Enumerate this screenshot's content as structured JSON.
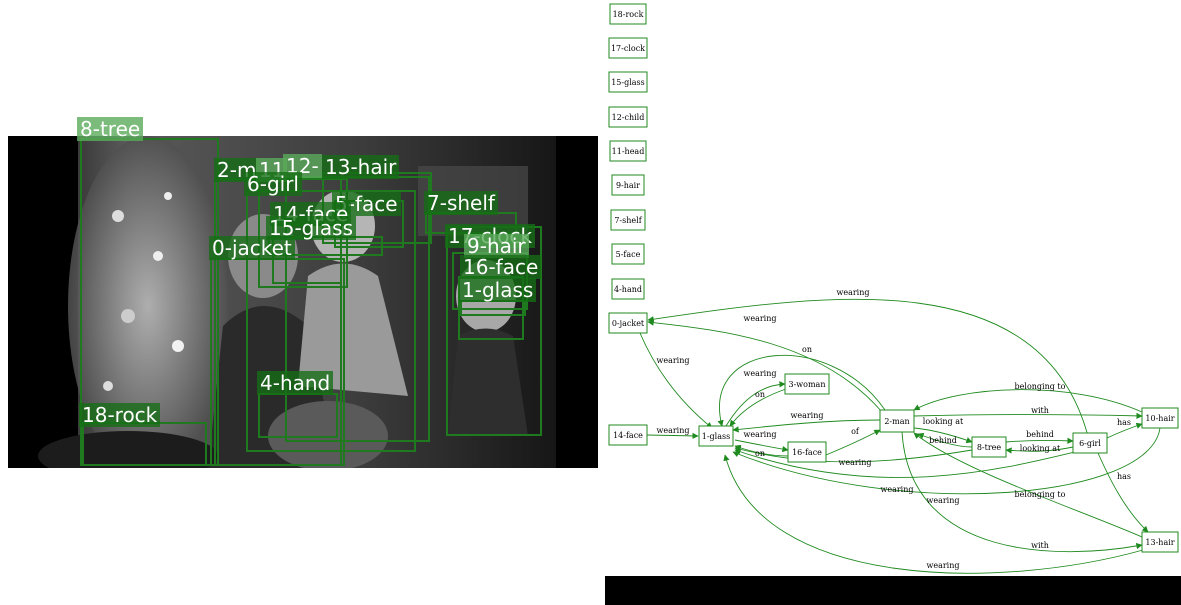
{
  "photo": {
    "boxes": [
      {
        "id": "8-tree",
        "label": "8-tree",
        "faint": true
      },
      {
        "id": "2-man",
        "label": "2-m"
      },
      {
        "id": "11-head",
        "label": "11"
      },
      {
        "id": "12-child",
        "label": "12-"
      },
      {
        "id": "13-hair",
        "label": "13-hair"
      },
      {
        "id": "6-girl",
        "label": "6-girl"
      },
      {
        "id": "5-face",
        "label": "5-face"
      },
      {
        "id": "7-shelf",
        "label": "7-shelf"
      },
      {
        "id": "14-face",
        "label": "14-face"
      },
      {
        "id": "15-glass",
        "label": "15-glass"
      },
      {
        "id": "17-clock",
        "label": "17-clock"
      },
      {
        "id": "9-hair",
        "label": "9-hair",
        "faint": true
      },
      {
        "id": "0-jacket",
        "label": "0-jacket"
      },
      {
        "id": "16-face",
        "label": "16-face"
      },
      {
        "id": "1-glass",
        "label": "1-glass"
      },
      {
        "id": "4-hand",
        "label": "4-hand"
      },
      {
        "id": "18-rock",
        "label": "18-rock"
      }
    ]
  },
  "graph": {
    "nodes": [
      {
        "id": "18-rock",
        "label": "18-rock"
      },
      {
        "id": "17-clock",
        "label": "17-clock"
      },
      {
        "id": "15-glass",
        "label": "15-glass"
      },
      {
        "id": "12-child",
        "label": "12-child"
      },
      {
        "id": "11-head",
        "label": "11-head"
      },
      {
        "id": "9-hair",
        "label": "9-hair"
      },
      {
        "id": "7-shelf",
        "label": "7-shelf"
      },
      {
        "id": "5-face",
        "label": "5-face"
      },
      {
        "id": "4-hand",
        "label": "4-hand"
      },
      {
        "id": "0-jacket",
        "label": "0-jacket"
      },
      {
        "id": "14-face",
        "label": "14-face"
      },
      {
        "id": "1-glass",
        "label": "1-glass"
      },
      {
        "id": "3-woman",
        "label": "3-woman"
      },
      {
        "id": "16-face",
        "label": "16-face"
      },
      {
        "id": "2-man",
        "label": "2-man"
      },
      {
        "id": "8-tree",
        "label": "8-tree"
      },
      {
        "id": "6-girl",
        "label": "6-girl"
      },
      {
        "id": "10-hair",
        "label": "10-hair"
      },
      {
        "id": "13-hair",
        "label": "13-hair"
      }
    ],
    "edges": [
      {
        "id": "e1",
        "from": "6-girl",
        "to": "0-jacket",
        "label": "wearing"
      },
      {
        "id": "e2",
        "from": "2-man",
        "to": "0-jacket",
        "label": "wearing"
      },
      {
        "id": "e3",
        "from": "0-jacket",
        "to": "1-glass",
        "label": "wearing"
      },
      {
        "id": "e4",
        "from": "2-man",
        "to": "1-glass",
        "label": "on"
      },
      {
        "id": "e5",
        "from": "1-glass",
        "to": "3-woman",
        "label": "wearing"
      },
      {
        "id": "e6",
        "from": "3-woman",
        "to": "1-glass",
        "label": "on"
      },
      {
        "id": "e7",
        "from": "14-face",
        "to": "1-glass",
        "label": "wearing"
      },
      {
        "id": "e8",
        "from": "2-man",
        "to": "1-glass",
        "label": "wearing"
      },
      {
        "id": "e9",
        "from": "1-glass",
        "to": "16-face",
        "label": "wearing"
      },
      {
        "id": "e10",
        "from": "16-face",
        "to": "1-glass",
        "label": "on"
      },
      {
        "id": "e11",
        "from": "16-face",
        "to": "2-man",
        "label": "of"
      },
      {
        "id": "e12",
        "from": "8-tree",
        "to": "1-glass",
        "label": "wearing"
      },
      {
        "id": "e13",
        "from": "6-girl",
        "to": "1-glass",
        "label": "wearing"
      },
      {
        "id": "e14",
        "from": "10-hair",
        "to": "1-glass",
        "label": "wearing"
      },
      {
        "id": "e15",
        "from": "13-hair",
        "to": "1-glass",
        "label": "wearing"
      },
      {
        "id": "e16",
        "from": "2-man",
        "to": "8-tree",
        "label": "looking at"
      },
      {
        "id": "e17",
        "from": "8-tree",
        "to": "2-man",
        "label": "behind"
      },
      {
        "id": "e18",
        "from": "8-tree",
        "to": "6-girl",
        "label": "behind"
      },
      {
        "id": "e19",
        "from": "6-girl",
        "to": "8-tree",
        "label": "looking at"
      },
      {
        "id": "e20",
        "from": "10-hair",
        "to": "2-man",
        "label": "belonging to"
      },
      {
        "id": "e21",
        "from": "2-man",
        "to": "10-hair",
        "label": "with"
      },
      {
        "id": "e22",
        "from": "6-girl",
        "to": "10-hair",
        "label": "has"
      },
      {
        "id": "e23",
        "from": "6-girl",
        "to": "13-hair",
        "label": "has"
      },
      {
        "id": "e24",
        "from": "13-hair",
        "to": "2-man",
        "label": "belonging to"
      },
      {
        "id": "e25",
        "from": "2-man",
        "to": "13-hair",
        "label": "with"
      }
    ]
  }
}
